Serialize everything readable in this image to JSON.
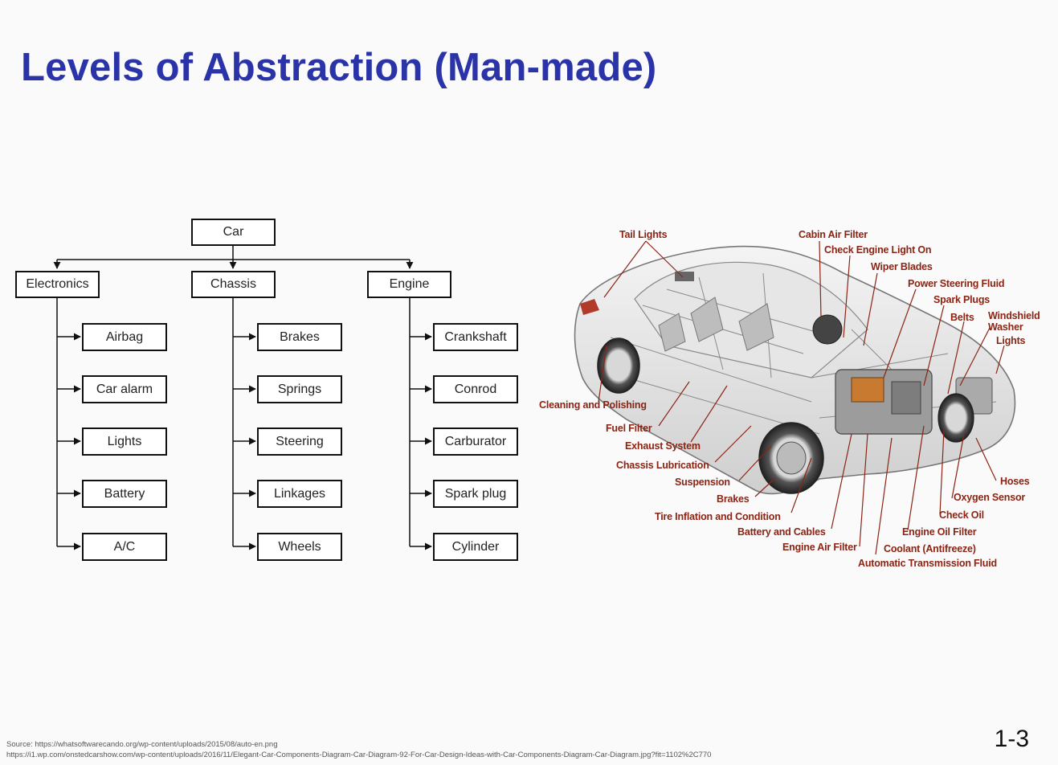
{
  "slide": {
    "title": "Levels of Abstraction (Man-made)",
    "page_number": "1-3"
  },
  "tree": {
    "root": "Car",
    "branches": [
      {
        "label": "Electronics",
        "children": [
          "Airbag",
          "Car alarm",
          "Lights",
          "Battery",
          "A/C"
        ]
      },
      {
        "label": "Chassis",
        "children": [
          "Brakes",
          "Springs",
          "Steering",
          "Linkages",
          "Wheels"
        ]
      },
      {
        "label": "Engine",
        "children": [
          "Crankshaft",
          "Conrod",
          "Carburator",
          "Spark plug",
          "Cylinder"
        ]
      }
    ]
  },
  "car_diagram": {
    "labels": [
      "Tail Lights",
      "Cabin Air Filter",
      "Check Engine Light On",
      "Wiper Blades",
      "Power Steering Fluid",
      "Spark Plugs",
      "Belts",
      "Windshield",
      "Washer",
      "Lights",
      "Cleaning and Polishing",
      "Fuel Filter",
      "Exhaust System",
      "Chassis Lubrication",
      "Suspension",
      "Brakes",
      "Tire Inflation and Condition",
      "Battery and Cables",
      "Engine Air Filter",
      "Coolant (Antifreeze)",
      "Automatic Transmission Fluid",
      "Hoses",
      "Oxygen Sensor",
      "Check Oil",
      "Engine Oil Filter"
    ]
  },
  "sources": [
    "Source: https://whatsoftwarecando.org/wp-content/uploads/2015/08/auto-en.png",
    "https://i1.wp.com/onstedcarshow.com/wp-content/uploads/2016/11/Elegant-Car-Components-Diagram-Car-Diagram-92-For-Car-Design-Ideas-with-Car-Components-Diagram-Car-Diagram.jpg?fit=1102%2C770"
  ]
}
